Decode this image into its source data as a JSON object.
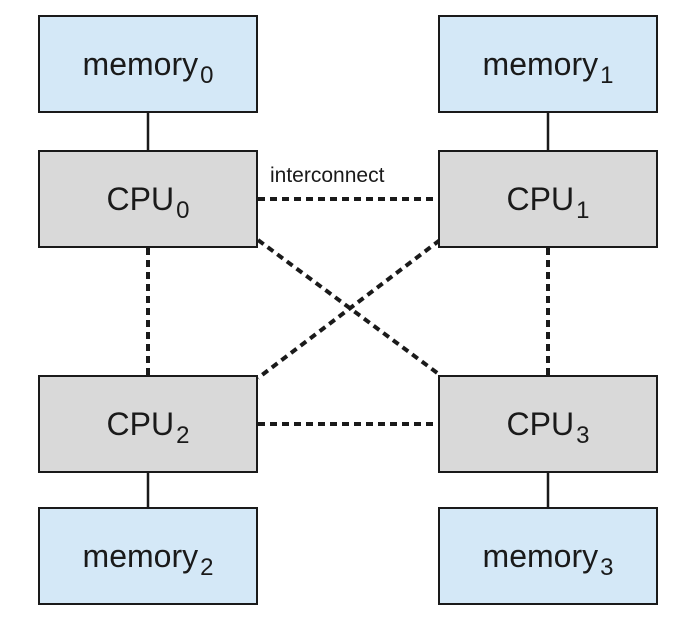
{
  "colors": {
    "memory_fill": "#d4e8f7",
    "cpu_fill": "#d9d9d9",
    "line": "#1a1a1a"
  },
  "memories": [
    {
      "label": "memory",
      "sub": "0"
    },
    {
      "label": "memory",
      "sub": "1"
    },
    {
      "label": "memory",
      "sub": "2"
    },
    {
      "label": "memory",
      "sub": "3"
    }
  ],
  "cpus": [
    {
      "label": "CPU",
      "sub": "0"
    },
    {
      "label": "CPU",
      "sub": "1"
    },
    {
      "label": "CPU",
      "sub": "2"
    },
    {
      "label": "CPU",
      "sub": "3"
    }
  ],
  "interconnect_label": "interconnect"
}
